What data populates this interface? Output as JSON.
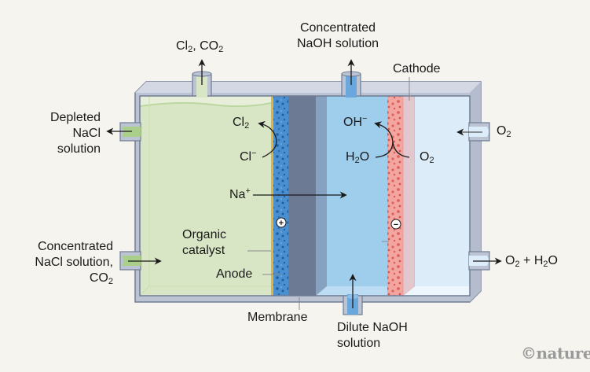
{
  "labels": {
    "cl2_co2_outlet": {
      "parts": [
        "Cl",
        "2",
        ", CO",
        "2"
      ]
    },
    "naoh_outlet": {
      "line1": "Concentrated",
      "line2": "NaOH solution"
    },
    "cathode": "Cathode",
    "depleted_nacl": {
      "line1": "Depleted",
      "line2": "NaCl",
      "line3": "solution"
    },
    "cl2_product": {
      "base": "Cl",
      "sub": "2"
    },
    "cl_minus": {
      "base": "Cl",
      "sup": "−"
    },
    "na_plus": {
      "base": "Na",
      "sup": "+"
    },
    "oh_minus": {
      "base": "OH",
      "sup": "−"
    },
    "h2o": {
      "a": "H",
      "sub": "2",
      "b": "O"
    },
    "o2_reactant": {
      "base": "O",
      "sub": "2"
    },
    "o2_inlet": {
      "base": "O",
      "sub": "2"
    },
    "organic_catalyst": {
      "line1": "Organic",
      "line2": "catalyst"
    },
    "anode": "Anode",
    "concentrated_nacl": {
      "line1": "Concentrated",
      "line2": "NaCl solution,",
      "line3a": "CO",
      "line3sub": "2"
    },
    "membrane": "Membrane",
    "dilute_naoh": {
      "line1": "Dilute NaOH",
      "line2": "solution"
    },
    "o2_h2o_outlet": {
      "a": "O",
      "sub1": "2",
      "b": " + H",
      "sub2": "2",
      "c": "O"
    },
    "anode_sign": "+",
    "cathode_sign": "−",
    "credit": "©nature"
  },
  "colors": {
    "background": "#f5f4ee",
    "anolyte": "#d9e6c5",
    "anolyte_pipe": "#a9cf8a",
    "anode_gold": "#e3b43c",
    "anode_porous": "#3f86c8",
    "membrane": "#6c7a93",
    "membrane_edge": "#87a2c0",
    "catholyte": "#9fcdec",
    "catholyte_pipe": "#6aa7dc",
    "cathode_porous": "#ec7d78",
    "cathode_backing": "#e2c8ce",
    "gas_chamber": "#dcecf9",
    "wall": "#bcc3d3",
    "wall_edge": "#6f7c94",
    "text": "#1a1a1a",
    "leader": "#8a8a8a"
  }
}
